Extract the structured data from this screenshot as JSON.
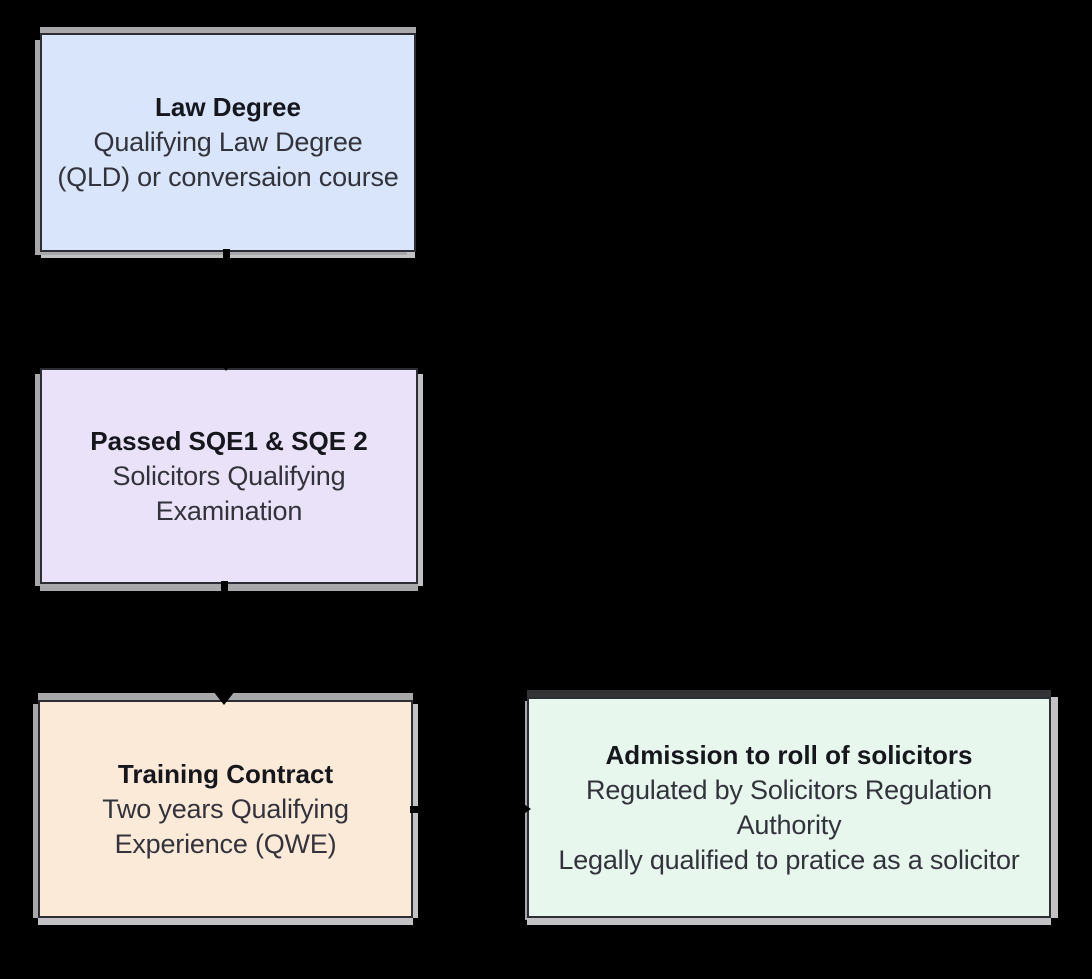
{
  "colors": {
    "background": "#000000",
    "box_border": "#2d2d36",
    "shadow_gray": "#a8a8ab",
    "shadow_gray_light": "#c2c2c5",
    "shadow_dark": "#333336",
    "title_text": "#16161d",
    "body_text": "#33333c",
    "connector": "#000000"
  },
  "boxes": [
    {
      "id": "law-degree",
      "fill": "#d8e5fa",
      "title": "Law Degree",
      "lines": [
        "Qualifying Law Degree",
        "(QLD) or conversaion course"
      ]
    },
    {
      "id": "passed-sqe",
      "fill": "#e9e2f8",
      "title": "Passed SQE1 & SQE 2",
      "lines": [
        "Solicitors Qualifying",
        "Examination"
      ]
    },
    {
      "id": "training-contract",
      "fill": "#fcead9",
      "title": "Training Contract",
      "lines": [
        "Two years Qualifying",
        "Experience (QWE)"
      ]
    },
    {
      "id": "admission",
      "fill": "#e7f7ee",
      "title": "Admission to roll of solicitors",
      "lines": [
        "Regulated by Solicitors Regulation",
        "Authority",
        "Legally qualified to pratice as a solicitor"
      ]
    }
  ],
  "connectors": [
    {
      "from": "law-degree",
      "to": "passed-sqe",
      "direction": "down"
    },
    {
      "from": "passed-sqe",
      "to": "training-contract",
      "direction": "down"
    },
    {
      "from": "training-contract",
      "to": "admission",
      "direction": "right"
    }
  ]
}
